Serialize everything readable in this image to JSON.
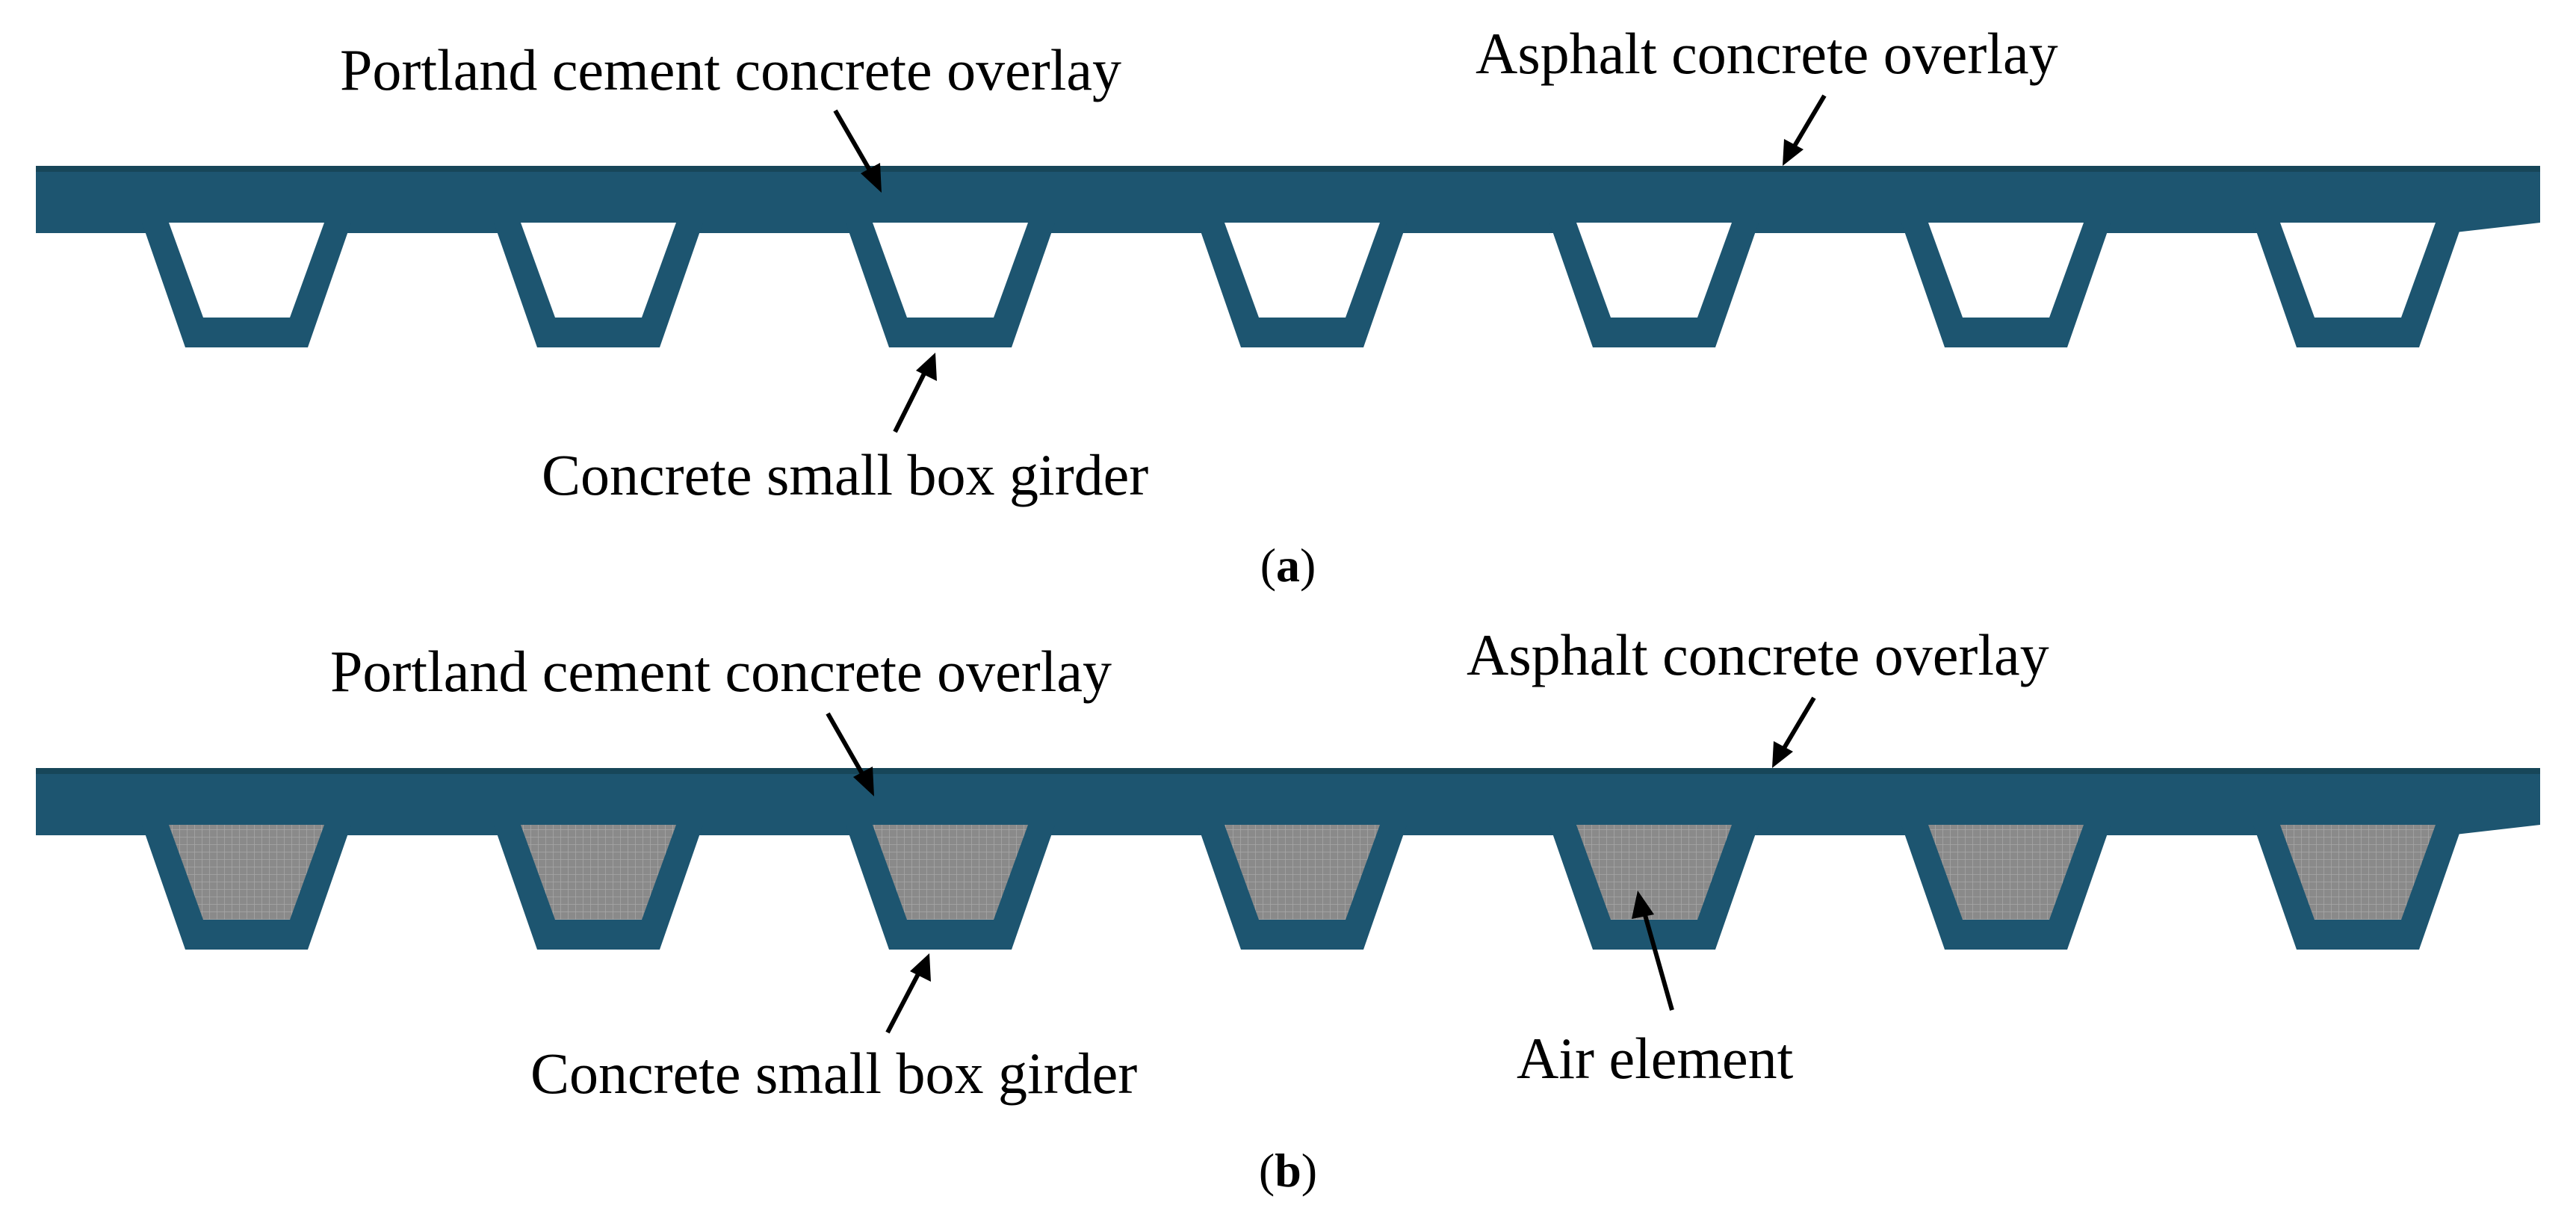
{
  "colors": {
    "structure": "#1d5570",
    "air_element": "#8c8c8c",
    "background": "#ffffff"
  },
  "panels": [
    {
      "id": "a",
      "letter": "a",
      "labels": {
        "pcc_overlay": "Portland cement concrete overlay",
        "asphalt_overlay": "Asphalt concrete overlay",
        "box_girder": "Concrete small box girder"
      },
      "girder_count": 7,
      "air_element": false
    },
    {
      "id": "b",
      "letter": "b",
      "labels": {
        "pcc_overlay": "Portland cement concrete overlay",
        "asphalt_overlay": "Asphalt concrete overlay",
        "box_girder": "Concrete small box girder",
        "air_element": "Air element"
      },
      "girder_count": 7,
      "air_element": true
    }
  ]
}
